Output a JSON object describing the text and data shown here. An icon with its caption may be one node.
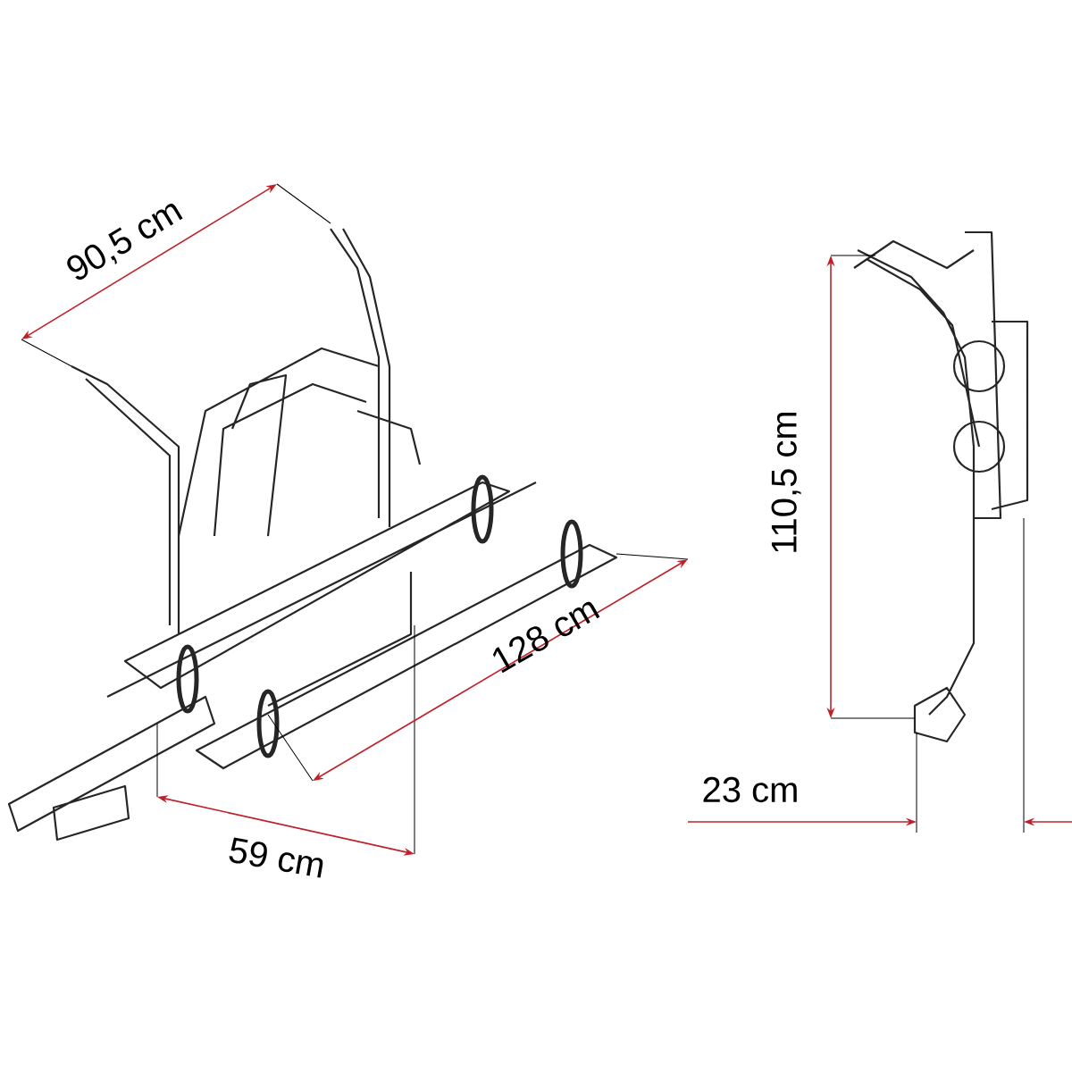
{
  "diagram": {
    "labels": [
      "90,5 cm",
      "128 cm",
      "59 cm",
      "110,5 cm",
      "23 cm"
    ]
  }
}
